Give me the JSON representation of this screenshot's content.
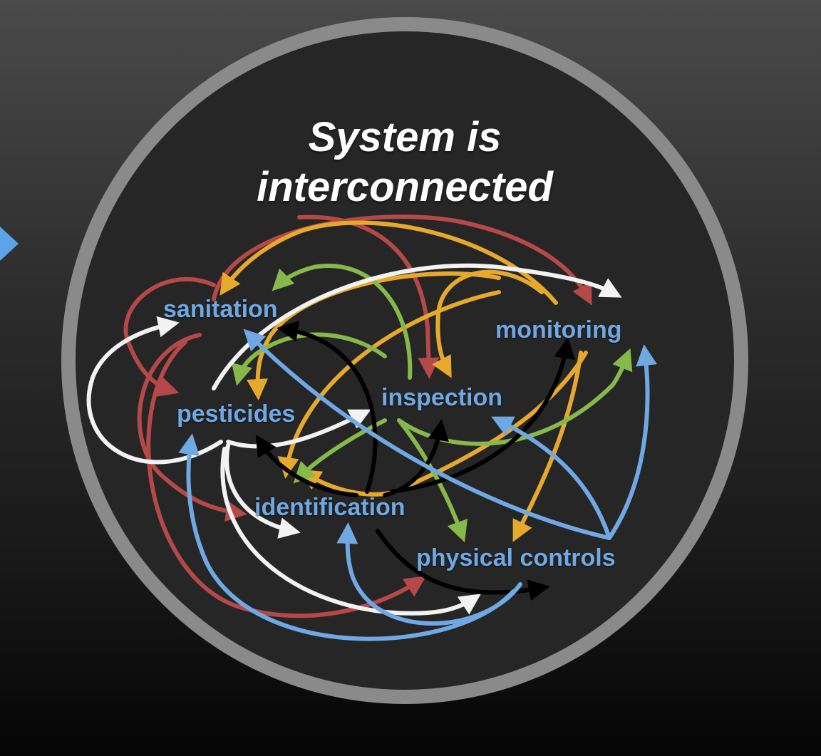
{
  "title": {
    "line1": "System is",
    "line2": "interconnected"
  },
  "nodes": {
    "sanitation": "sanitation",
    "monitoring": "monitoring",
    "inspection": "inspection",
    "pesticides": "pesticides",
    "identification": "identification",
    "physical_controls": "physical controls"
  },
  "colors": {
    "label": "#6fa8e3",
    "ring": "#8a8a8a",
    "red": "#b54848",
    "yellow": "#e6a92b",
    "green": "#86b84a",
    "white": "#f2f2f2",
    "black": "#000000",
    "blue": "#6fa8e3",
    "left_marker": "#5da3ea"
  }
}
